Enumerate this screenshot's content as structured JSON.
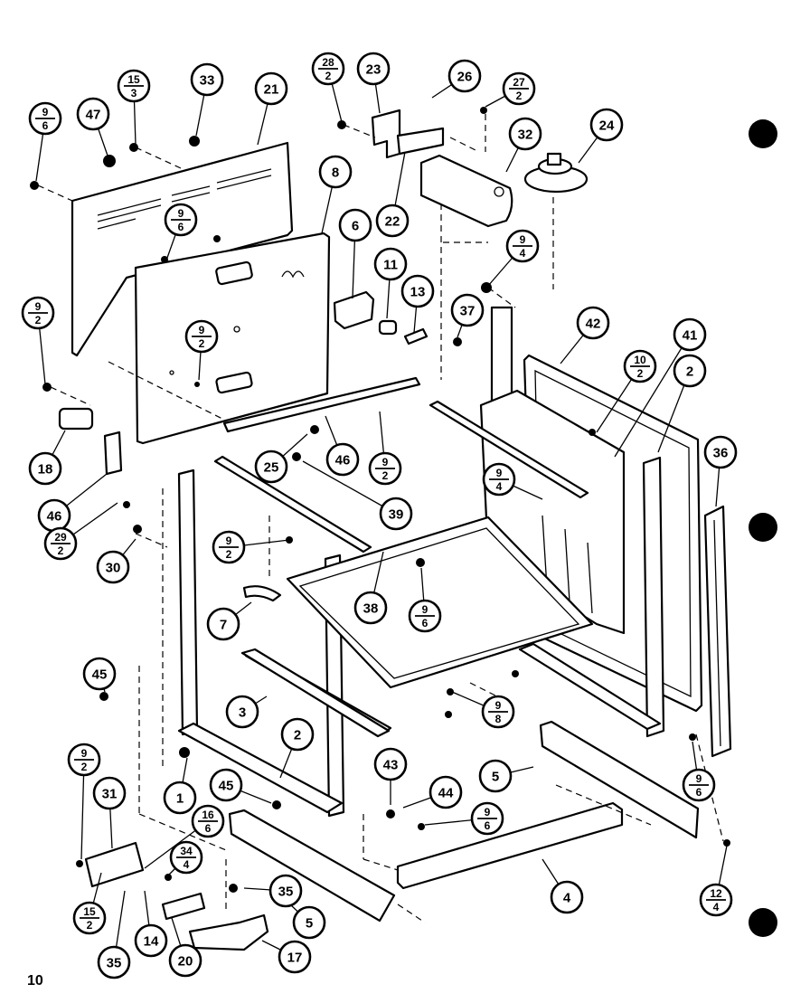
{
  "page_number": "10",
  "callouts": [
    {
      "id": "c1",
      "label": "1"
    },
    {
      "id": "c2a",
      "label": "2"
    },
    {
      "id": "c2b",
      "label": "2"
    },
    {
      "id": "c3",
      "label": "3"
    },
    {
      "id": "c4",
      "label": "4"
    },
    {
      "id": "c5a",
      "label": "5"
    },
    {
      "id": "c5b",
      "label": "5"
    },
    {
      "id": "c6",
      "label": "6"
    },
    {
      "id": "c7",
      "label": "7"
    },
    {
      "id": "c8",
      "label": "8"
    },
    {
      "id": "c11",
      "label": "11"
    },
    {
      "id": "c13",
      "label": "13"
    },
    {
      "id": "c14",
      "label": "14"
    },
    {
      "id": "c17",
      "label": "17"
    },
    {
      "id": "c18",
      "label": "18"
    },
    {
      "id": "c20",
      "label": "20"
    },
    {
      "id": "c21",
      "label": "21"
    },
    {
      "id": "c22",
      "label": "22"
    },
    {
      "id": "c23",
      "label": "23"
    },
    {
      "id": "c24",
      "label": "24"
    },
    {
      "id": "c25",
      "label": "25"
    },
    {
      "id": "c26",
      "label": "26"
    },
    {
      "id": "c30",
      "label": "30"
    },
    {
      "id": "c31",
      "label": "31"
    },
    {
      "id": "c32",
      "label": "32"
    },
    {
      "id": "c33",
      "label": "33"
    },
    {
      "id": "c35a",
      "label": "35"
    },
    {
      "id": "c35b",
      "label": "35"
    },
    {
      "id": "c36",
      "label": "36"
    },
    {
      "id": "c37",
      "label": "37"
    },
    {
      "id": "c38",
      "label": "38"
    },
    {
      "id": "c39",
      "label": "39"
    },
    {
      "id": "c41",
      "label": "41"
    },
    {
      "id": "c42",
      "label": "42"
    },
    {
      "id": "c43",
      "label": "43"
    },
    {
      "id": "c44",
      "label": "44"
    },
    {
      "id": "c45a",
      "label": "45"
    },
    {
      "id": "c45b",
      "label": "45"
    },
    {
      "id": "c46a",
      "label": "46"
    },
    {
      "id": "c46b",
      "label": "46"
    },
    {
      "id": "c47",
      "label": "47"
    }
  ],
  "fractions": [
    {
      "id": "f9_6a",
      "top": "9",
      "bottom": "6"
    },
    {
      "id": "f15_3",
      "top": "15",
      "bottom": "3"
    },
    {
      "id": "f28_2",
      "top": "28",
      "bottom": "2"
    },
    {
      "id": "f27_2",
      "top": "27",
      "bottom": "2"
    },
    {
      "id": "f9_6b",
      "top": "9",
      "bottom": "6"
    },
    {
      "id": "f9_4a",
      "top": "9",
      "bottom": "4"
    },
    {
      "id": "f9_2a",
      "top": "9",
      "bottom": "2"
    },
    {
      "id": "f9_2b",
      "top": "9",
      "bottom": "2"
    },
    {
      "id": "f10_2",
      "top": "10",
      "bottom": "2"
    },
    {
      "id": "f9_2c",
      "top": "9",
      "bottom": "2"
    },
    {
      "id": "f9_4b",
      "top": "9",
      "bottom": "4"
    },
    {
      "id": "f29_2",
      "top": "29",
      "bottom": "2"
    },
    {
      "id": "f9_2d",
      "top": "9",
      "bottom": "2"
    },
    {
      "id": "f9_6c",
      "top": "9",
      "bottom": "6"
    },
    {
      "id": "f9_8",
      "top": "9",
      "bottom": "8"
    },
    {
      "id": "f9_2e",
      "top": "9",
      "bottom": "2"
    },
    {
      "id": "f9_6d",
      "top": "9",
      "bottom": "6"
    },
    {
      "id": "f9_6e",
      "top": "9",
      "bottom": "6"
    },
    {
      "id": "f16_6",
      "top": "16",
      "bottom": "6"
    },
    {
      "id": "f34_4",
      "top": "34",
      "bottom": "4"
    },
    {
      "id": "f15_2",
      "top": "15",
      "bottom": "2"
    },
    {
      "id": "f12_4",
      "top": "12",
      "bottom": "4"
    }
  ]
}
